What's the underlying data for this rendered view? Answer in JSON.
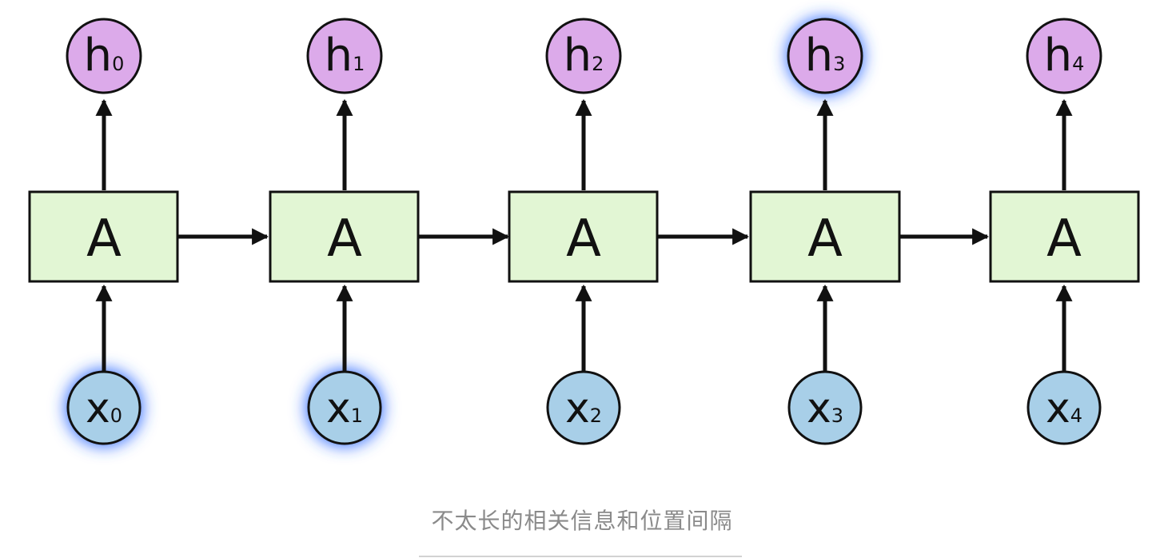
{
  "diagram": {
    "cells": [
      {
        "label": "A",
        "input": "x",
        "input_sub": "0",
        "output": "h",
        "output_sub": "0",
        "input_highlight": true,
        "output_highlight": false
      },
      {
        "label": "A",
        "input": "x",
        "input_sub": "1",
        "output": "h",
        "output_sub": "1",
        "input_highlight": true,
        "output_highlight": false
      },
      {
        "label": "A",
        "input": "x",
        "input_sub": "2",
        "output": "h",
        "output_sub": "2",
        "input_highlight": false,
        "output_highlight": false
      },
      {
        "label": "A",
        "input": "x",
        "input_sub": "3",
        "output": "h",
        "output_sub": "3",
        "input_highlight": false,
        "output_highlight": true
      },
      {
        "label": "A",
        "input": "x",
        "input_sub": "4",
        "output": "h",
        "output_sub": "4",
        "input_highlight": false,
        "output_highlight": false
      }
    ],
    "colors": {
      "cell_fill": "#e2f6d4",
      "input_fill": "#a8cfe8",
      "output_fill": "#dcaaea",
      "stroke": "#111111",
      "glow": "#2f6bff"
    }
  },
  "caption": "不太长的相关信息和位置间隔"
}
